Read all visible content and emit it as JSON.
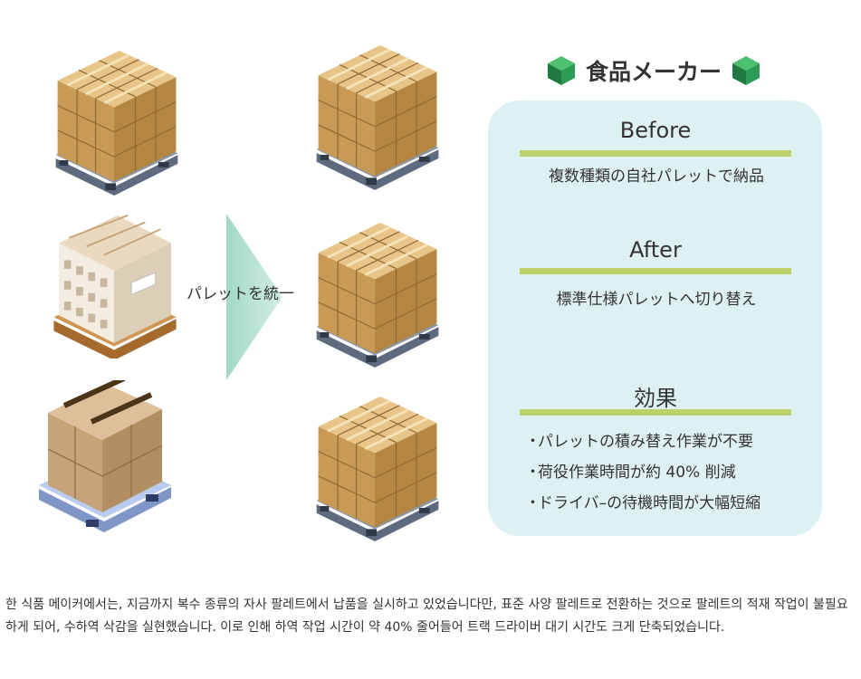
{
  "title": "食品メーカー",
  "arrow_label": "パレットを統一",
  "before": {
    "heading": "Before",
    "text": "複数種類の自社パレットで納品"
  },
  "after": {
    "heading": "After",
    "text": "標準仕様パレットへ切り替え"
  },
  "effect": {
    "heading": "効果",
    "items": [
      "パレットの積み替え作業が不要",
      "荷役作業時間が約 40% 削減",
      "ドライバ–の待機時間が大幅短縮"
    ]
  },
  "footer_text": "한 식품 메이커에서는, 지금까지 복수 종류의 자사 팔레트에서 납품을 실시하고 있었습니다만, 표준 사양 팔레트로 전환하는 것으로 팔레트의 적재 작업이 불필요하게 되어, 수하역 삭감을 실현했습니다. 이로 인해 하역 작업 시간이 약 40% 줄어들어 트랙 드라이버 대기 시간도 크게 단축되었습니다.",
  "colors": {
    "panel": "#ddf1f3",
    "divider": "#bdd16a",
    "arrow": "#a3d9c6",
    "cube": "#2e9b58",
    "box": "#d3a863"
  },
  "icons": [
    "green-cube-icon",
    "green-cube-icon"
  ]
}
